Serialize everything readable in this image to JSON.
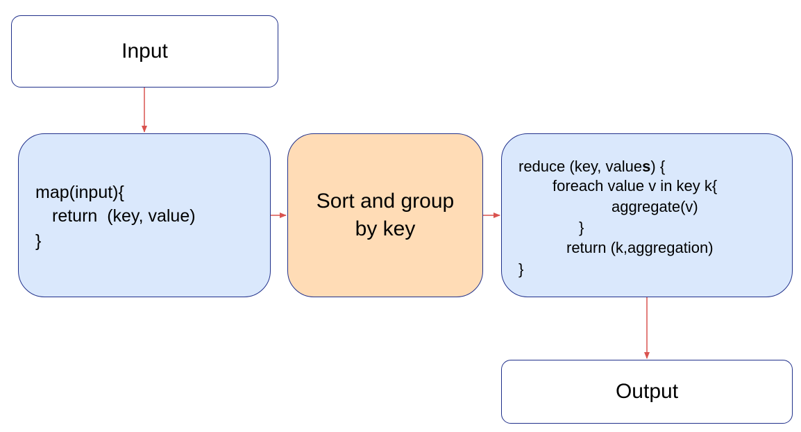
{
  "diagram": {
    "input": {
      "label": "Input"
    },
    "map": {
      "line1": "map(input){",
      "line2": "return  (key, value)",
      "line3": "}"
    },
    "sort": {
      "line1": "Sort and group",
      "line2": "by key"
    },
    "reduce": {
      "line1_pre": "reduce (key, value",
      "line1_bold": "s",
      "line1_post": ") {",
      "line2": "foreach value v in key k{",
      "line3": "aggregate(v)",
      "line4": "}",
      "line5": "return (k,aggregation)",
      "line6": "}"
    },
    "output": {
      "label": "Output"
    }
  },
  "colors": {
    "box_border": "#1f2f8a",
    "blue_fill": "#dae8fc",
    "orange_fill": "#ffdcb6",
    "arrow": "#d9534f"
  }
}
